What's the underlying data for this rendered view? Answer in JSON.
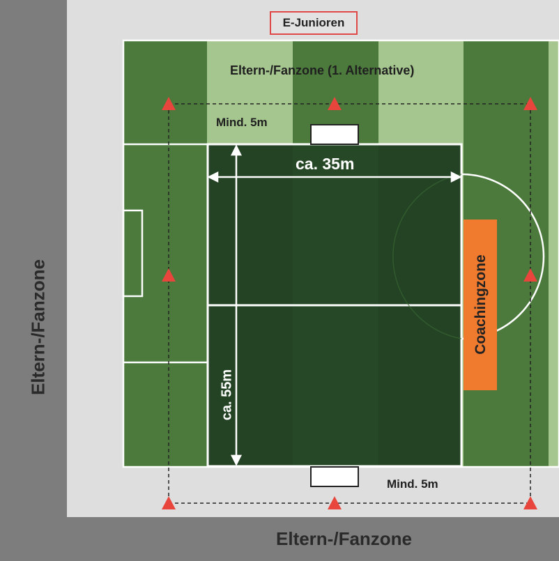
{
  "title": "E-Junioren",
  "zones": {
    "top": "Eltern-/Fanzone (1. Alternative)",
    "bottom": "Eltern-/Fanzone",
    "left": "Eltern-/Fanzone"
  },
  "distances": {
    "top_min": "Mind. 5m",
    "bottom_min": "Mind. 5m"
  },
  "dimensions": {
    "width": "ca. 35m",
    "length": "ca. 55m"
  },
  "coaching_zone": "Coachingzone",
  "colors": {
    "outer_frame": "#7d7d7d",
    "surround": "#dedede",
    "grass_dark": "#4b7a3c",
    "grass_light": "#a6c68f",
    "field_dark": "#244324",
    "cone": "#e8453c",
    "coaching": "#f07a2e",
    "highlight_border": "#e04848"
  }
}
